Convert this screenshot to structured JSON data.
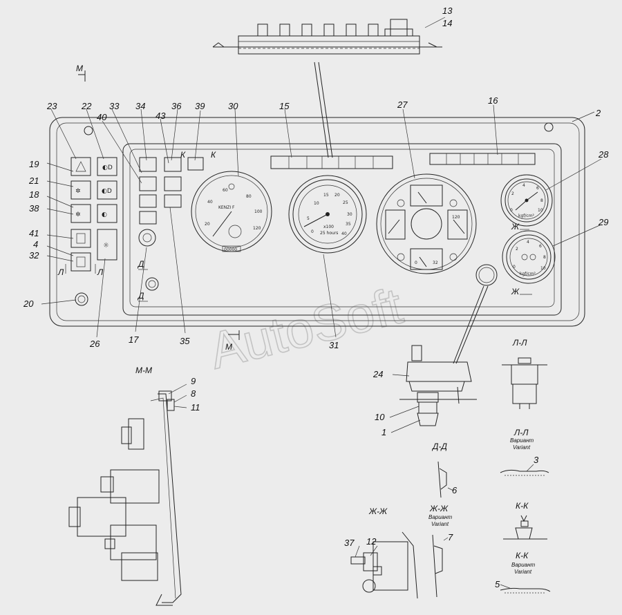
{
  "watermark": "AutoSoft",
  "callouts": {
    "c1": "1",
    "c2": "2",
    "c3": "3",
    "c4": "4",
    "c5": "5",
    "c6": "6",
    "c7": "7",
    "c8": "8",
    "c9": "9",
    "c10": "10",
    "c11": "11",
    "c12": "12",
    "c13": "13",
    "c14": "14",
    "c15": "15",
    "c16": "16",
    "c17": "17",
    "c18": "18",
    "c19": "19",
    "c20": "20",
    "c21": "21",
    "c22": "22",
    "c23": "23",
    "c24": "24",
    "c26": "26",
    "c27": "27",
    "c28": "28",
    "c29": "29",
    "c30": "30",
    "c31": "31",
    "c32": "32",
    "c33": "33",
    "c34": "34",
    "c35": "35",
    "c36": "36",
    "c37": "37",
    "c38": "38",
    "c39": "39",
    "c40": "40",
    "c41": "41",
    "c43": "43"
  },
  "section_marks": {
    "m": "М",
    "d": "Д",
    "zh": "Ж",
    "l": "Л",
    "k": "К"
  },
  "section_titles": {
    "mm": "М-М",
    "ll": "Л-Л",
    "ll_var": "Л-Л",
    "dd": "Д-Д",
    "zhzh": "Ж-Ж",
    "zhzh_var": "Ж-Ж",
    "kk": "К-К",
    "kk_var": "К-К"
  },
  "variant_label_ru": "Вариант",
  "variant_label_en": "Variant",
  "gauges": {
    "tacho_brand": "KENZI F",
    "tacho_ticks": [
      "20",
      "40",
      "60",
      "80",
      "100",
      "120"
    ],
    "tacho_bottom": "00000",
    "rpm_ticks": [
      "0",
      "5",
      "10",
      "15",
      "20",
      "25",
      "30",
      "35",
      "40"
    ],
    "rpm_unit": "x100",
    "rpm_sub": "25 hours",
    "pressure_unit": "kgf/cm²",
    "pressure_ticks": [
      "0",
      "2",
      "4",
      "6",
      "8",
      "10"
    ],
    "combo_ticks": [
      "120",
      "0",
      "32"
    ]
  }
}
